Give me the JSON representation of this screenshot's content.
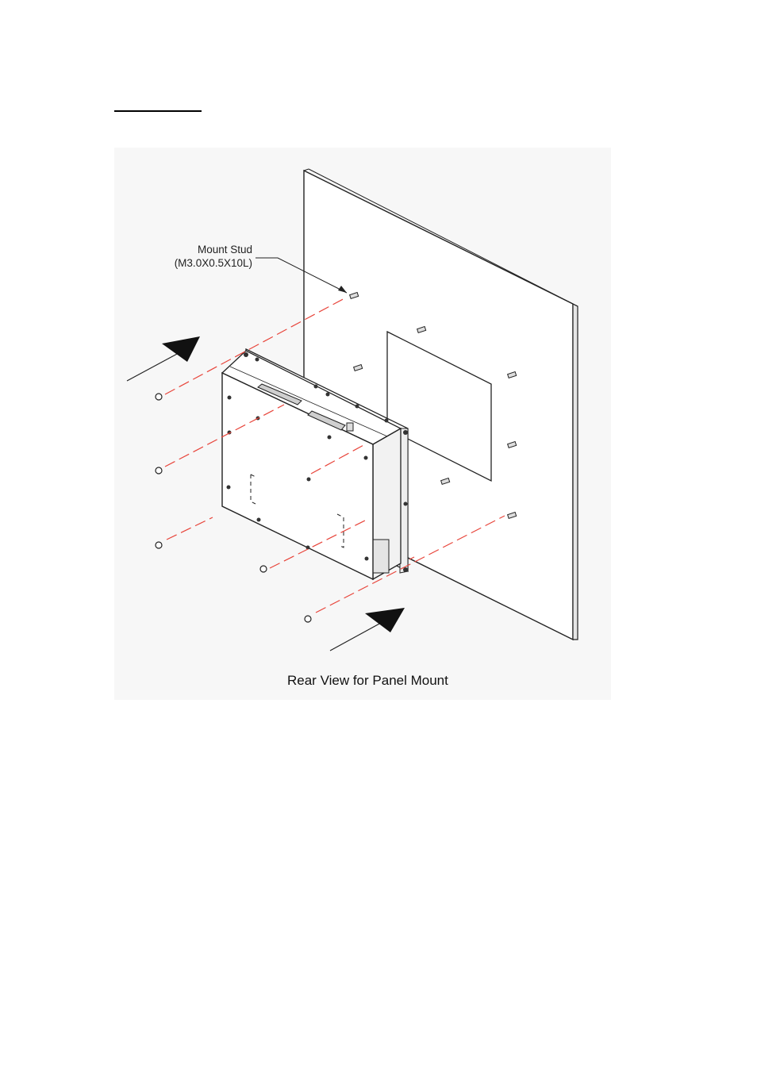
{
  "labels": {
    "mount_stud_name": "Mount Stud",
    "mount_stud_spec": "(M3.0X0.5X10L)",
    "caption": "Rear View for Panel Mount"
  },
  "colors": {
    "line": "#222222",
    "dashed_guide": "#e8443a",
    "figure_background": "#f7f7f7"
  }
}
